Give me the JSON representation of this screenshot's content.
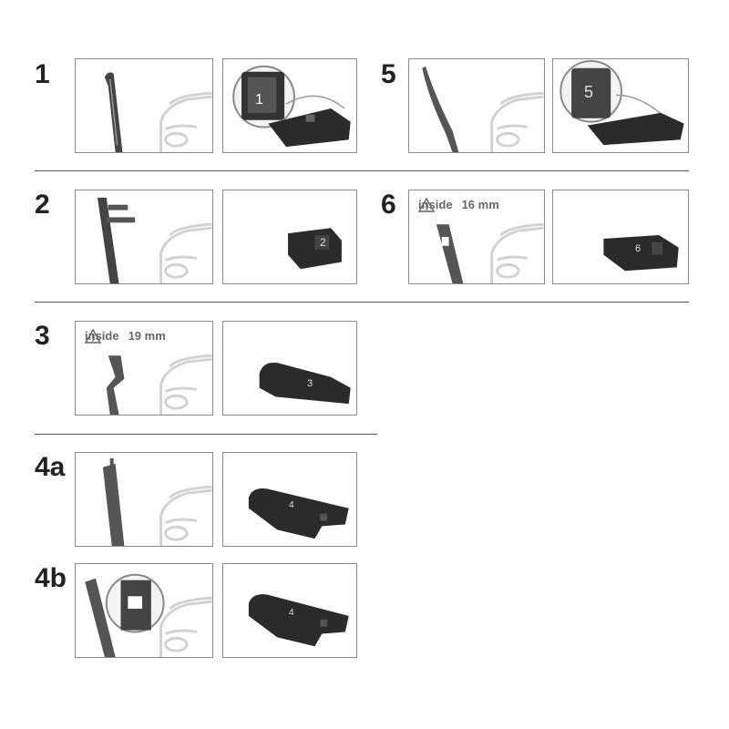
{
  "steps": [
    {
      "id": "1",
      "label": "1",
      "adapter_label": "1"
    },
    {
      "id": "2",
      "label": "2",
      "adapter_label": "2"
    },
    {
      "id": "3",
      "label": "3",
      "adapter_label": "3",
      "warning": {
        "text": "inside",
        "measure": "19 mm"
      }
    },
    {
      "id": "4a",
      "label": "4a",
      "adapter_label": "4"
    },
    {
      "id": "4b",
      "label": "4b",
      "adapter_label": "4"
    },
    {
      "id": "5",
      "label": "5",
      "adapter_label": "5"
    },
    {
      "id": "6",
      "label": "6",
      "adapter_label": "6",
      "warning": {
        "text": "inside",
        "measure": "16 mm"
      }
    }
  ],
  "colors": {
    "panel_border": "#8a8a8a",
    "car": "#d6d6d6",
    "arm": "#555555",
    "adapter": "#2b2b2b",
    "warning": "#666666"
  }
}
